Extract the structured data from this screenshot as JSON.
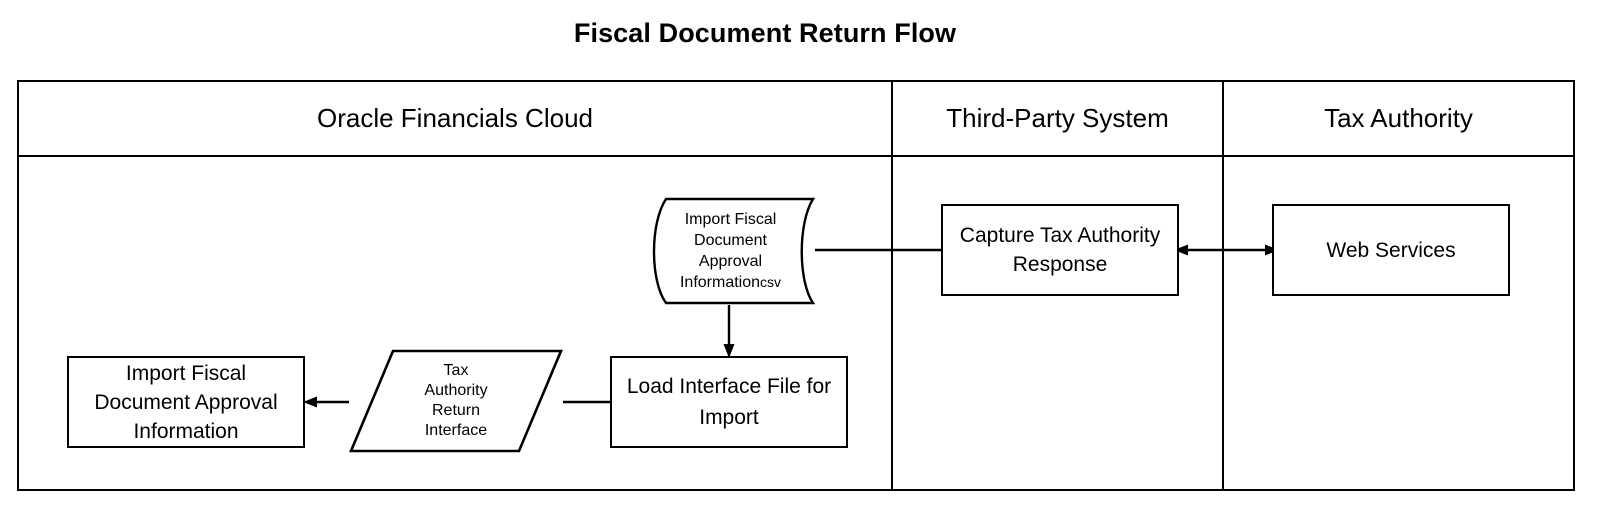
{
  "title": "Fiscal Document Return Flow",
  "lanes": [
    {
      "id": "oracle-financials-cloud",
      "label": "Oracle Financials Cloud"
    },
    {
      "id": "third-party-system",
      "label": "Third-Party System"
    },
    {
      "id": "tax-authority",
      "label": "Tax Authority"
    }
  ],
  "nodes": {
    "csv_document": {
      "label": "Import Fiscal\nDocument\nApproval\nInformation",
      "extension": "csv",
      "shape": "document",
      "lane": "oracle-financials-cloud"
    },
    "load_interface": {
      "label": "Load Interface File for\nImport",
      "shape": "process",
      "lane": "oracle-financials-cloud"
    },
    "tax_return_interface": {
      "label": "Tax\nAuthority\nReturn\nInterface",
      "shape": "parallelogram",
      "lane": "oracle-financials-cloud"
    },
    "import_fiscal": {
      "label": "Import Fiscal\nDocument Approval\nInformation",
      "shape": "process",
      "lane": "oracle-financials-cloud"
    },
    "capture_response": {
      "label": "Capture Tax Authority\nResponse",
      "shape": "process",
      "lane": "third-party-system"
    },
    "web_services": {
      "label": "Web Services",
      "shape": "process",
      "lane": "tax-authority"
    }
  },
  "connectors": [
    {
      "id": "capture-to-webservices",
      "from": "capture_response",
      "to": "web_services",
      "direction": "bidirectional",
      "orientation": "horizontal"
    },
    {
      "id": "capture-to-csv",
      "from": "capture_response",
      "to": "csv_document",
      "direction": "single",
      "orientation": "horizontal"
    },
    {
      "id": "csv-to-load-interface",
      "from": "csv_document",
      "to": "load_interface",
      "direction": "single",
      "orientation": "vertical"
    },
    {
      "id": "load-interface-to-tax-return",
      "from": "load_interface",
      "to": "tax_return_interface",
      "direction": "single",
      "orientation": "horizontal"
    },
    {
      "id": "tax-return-to-import-fiscal",
      "from": "tax_return_interface",
      "to": "import_fiscal",
      "direction": "single",
      "orientation": "horizontal"
    }
  ],
  "colors": {
    "stroke": "#000000",
    "fill": "#ffffff",
    "text": "#000000"
  }
}
